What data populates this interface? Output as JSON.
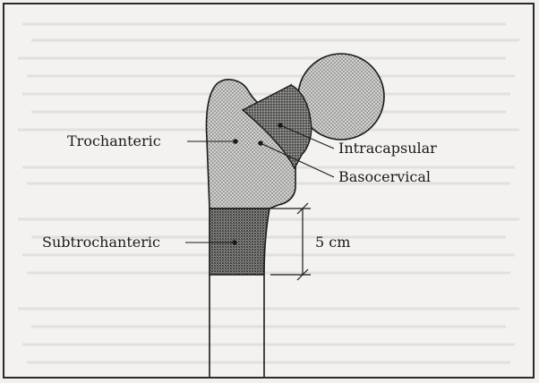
{
  "labels": {
    "trochanteric": "Trochanteric",
    "intracapsular": "Intracapsular",
    "basocervical": "Basocervical",
    "subtrochanteric": "Subtrochanteric",
    "measurement": "5 cm"
  },
  "colors": {
    "trochanteric_fill": "#bdbdbb",
    "intracapsular_fill": "#8d8d8b",
    "subtrochanteric_fill": "#7f7f7d",
    "head_fill": "#c6c6c4",
    "outline": "#1a1a1a"
  }
}
